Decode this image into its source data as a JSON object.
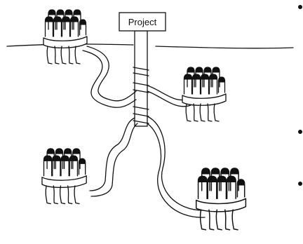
{
  "diagram": {
    "sign_label": "Project",
    "teams": [
      "team-top-left",
      "team-right",
      "team-bottom-left",
      "team-bottom-right"
    ]
  }
}
